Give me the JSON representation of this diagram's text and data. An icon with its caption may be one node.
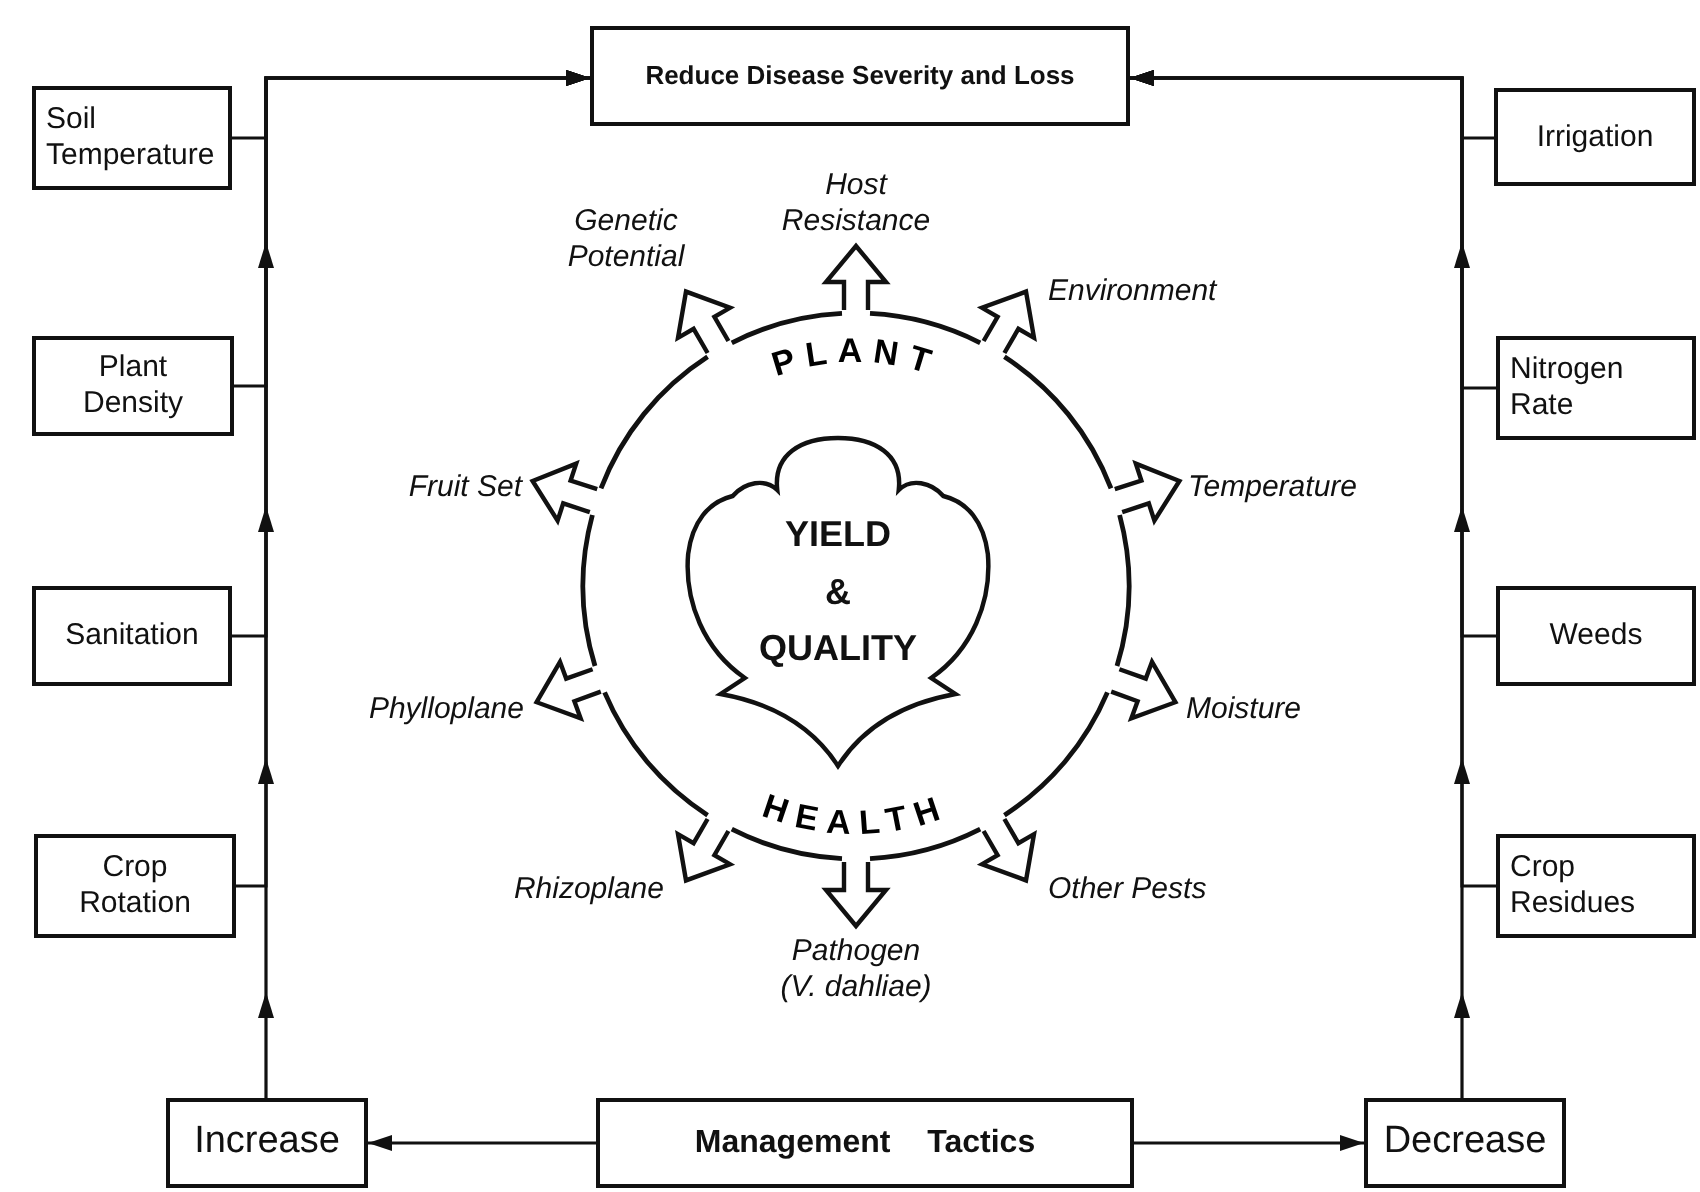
{
  "diagram": {
    "nodes": [
      {
        "text": [
          "Reduce Disease Severity and Loss"
        ]
      },
      {
        "text": [
          "Soil Temperature"
        ]
      },
      {
        "text": [
          "Plant Density"
        ]
      },
      {
        "text": [
          "Sanitation"
        ]
      },
      {
        "text": [
          "Crop Rotation"
        ]
      },
      {
        "text": [
          "Irrigation"
        ]
      },
      {
        "text": [
          "Nitrogen Rate"
        ]
      },
      {
        "text": [
          "Weeds"
        ]
      },
      {
        "text": [
          "Crop Residues"
        ]
      },
      {
        "text": [
          "PLANT",
          "HEALTH"
        ]
      },
      {
        "text": [
          "YIELD & QUALITY"
        ],
        "in": 9
      },
      {
        "text": [
          "Host Resistance"
        ]
      },
      {
        "text": [
          "Environment"
        ]
      },
      {
        "text": [
          "Temperature"
        ]
      },
      {
        "text": [
          "Moisture"
        ]
      },
      {
        "text": [
          "Other Pests"
        ]
      },
      {
        "text": [
          "Pathogen (V. dahliae)"
        ]
      },
      {
        "text": [
          "Rhizoplane"
        ]
      },
      {
        "text": [
          "Phylloplane"
        ]
      },
      {
        "text": [
          "Fruit Set"
        ]
      },
      {
        "text": [
          "Genetic Potential"
        ]
      },
      {
        "text": [
          "Increase"
        ]
      },
      {
        "text": [
          "Management Tactics"
        ]
      },
      {
        "text": [
          "Decrease"
        ]
      }
    ],
    "edges": [
      {
        "from": 1,
        "to": 0,
        "arrow": "to"
      },
      {
        "from": 2,
        "to": 0,
        "arrow": "to"
      },
      {
        "from": 3,
        "to": 0,
        "arrow": "to"
      },
      {
        "from": 4,
        "to": 0,
        "arrow": "to"
      },
      {
        "from": 21,
        "to": 0,
        "arrow": "to"
      },
      {
        "from": 5,
        "to": 0,
        "arrow": "to"
      },
      {
        "from": 6,
        "to": 0,
        "arrow": "to"
      },
      {
        "from": 7,
        "to": 0,
        "arrow": "to"
      },
      {
        "from": 8,
        "to": 0,
        "arrow": "to"
      },
      {
        "from": 23,
        "to": 0,
        "arrow": "to"
      },
      {
        "from": 22,
        "to": 21,
        "arrow": "to"
      },
      {
        "from": 22,
        "to": 23,
        "arrow": "to"
      },
      {
        "from": 9,
        "to": 11,
        "arrow": "to"
      },
      {
        "from": 9,
        "to": 12,
        "arrow": "to"
      },
      {
        "from": 9,
        "to": 13,
        "arrow": "to"
      },
      {
        "from": 9,
        "to": 14,
        "arrow": "to"
      },
      {
        "from": 9,
        "to": 15,
        "arrow": "to"
      },
      {
        "from": 9,
        "to": 16,
        "arrow": "to"
      },
      {
        "from": 9,
        "to": 17,
        "arrow": "to"
      },
      {
        "from": 9,
        "to": 18,
        "arrow": "to"
      },
      {
        "from": 9,
        "to": 19,
        "arrow": "to"
      },
      {
        "from": 9,
        "to": 20,
        "arrow": "to"
      }
    ]
  }
}
